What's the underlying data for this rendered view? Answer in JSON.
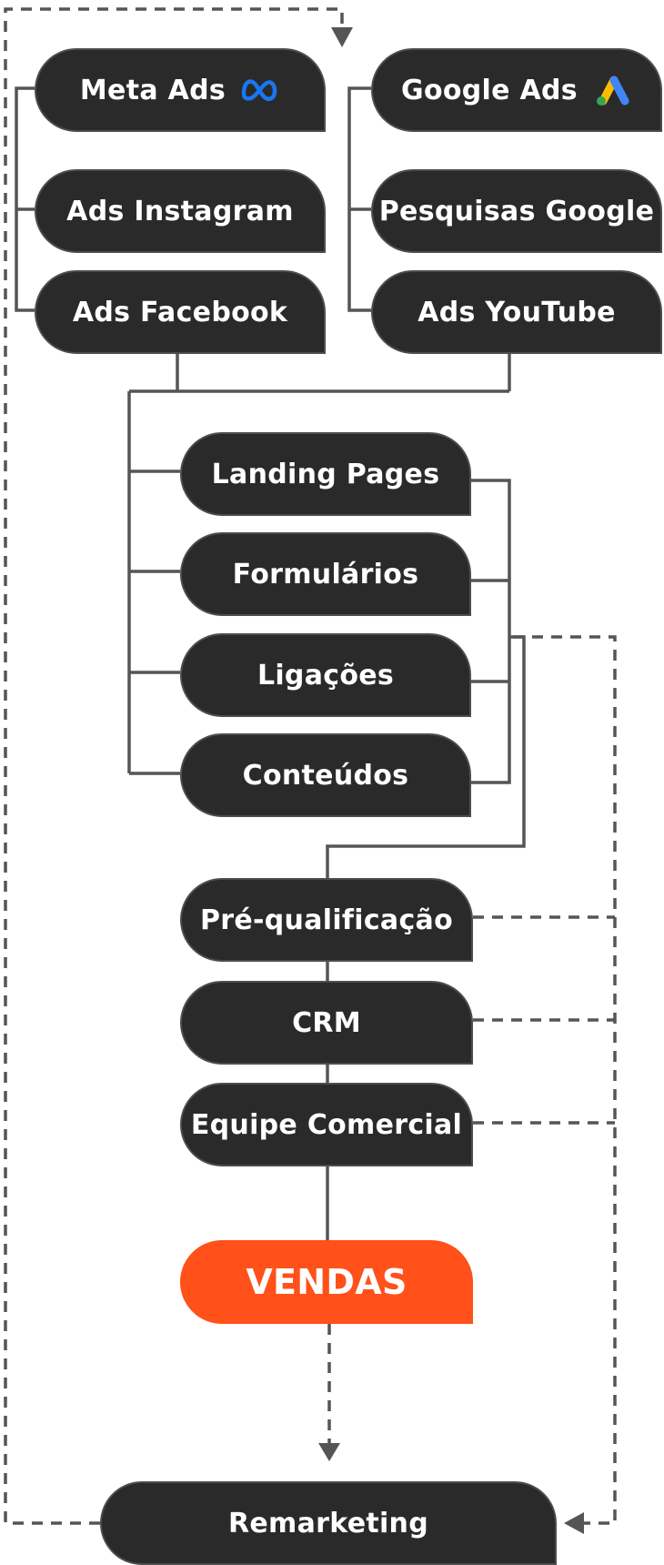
{
  "colors": {
    "node_fill": "#2a2a2a",
    "node_border": "#4d4d4d",
    "node_text": "#ffffff",
    "sales_fill": "#ff5119",
    "connector": "#555555"
  },
  "sources": {
    "meta": {
      "label": "Meta Ads",
      "icon": "meta-logo-icon",
      "items": [
        "Ads Instagram",
        "Ads Facebook"
      ]
    },
    "google": {
      "label": "Google Ads",
      "icon": "google-ads-logo-icon",
      "items": [
        "Pesquisas Google",
        "Ads YouTube"
      ]
    }
  },
  "channels": [
    "Landing Pages",
    "Formulários",
    "Ligações",
    "Conteúdos"
  ],
  "pipeline": [
    "Pré-qualificação",
    "CRM",
    "Equipe Comercial"
  ],
  "sales": "VENDAS",
  "remarketing": "Remarketing"
}
